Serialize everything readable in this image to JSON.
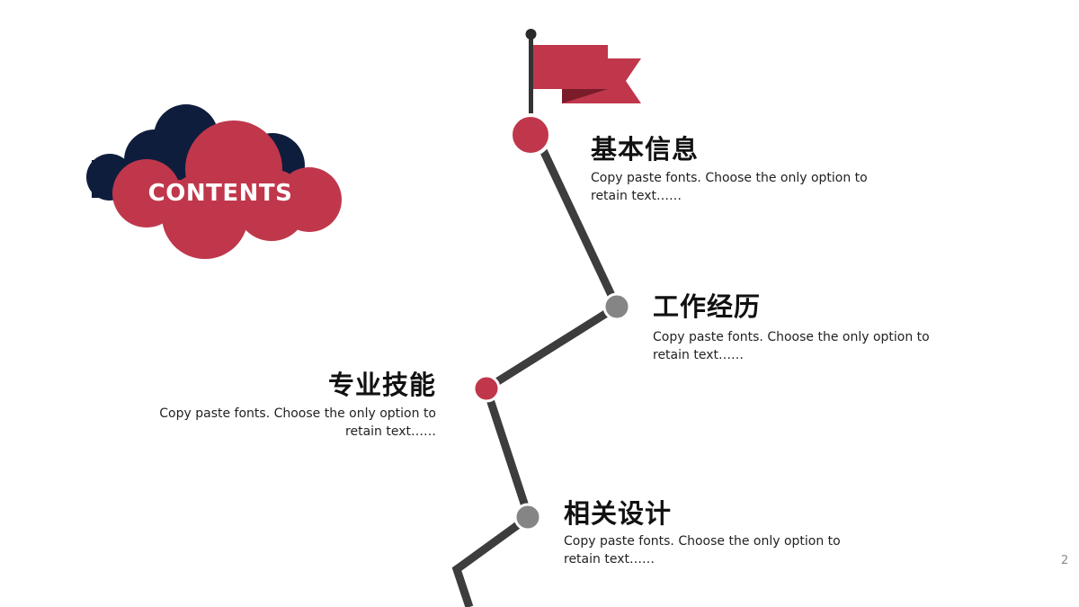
{
  "colors": {
    "accent": "#c0374b",
    "navy": "#0f1d3d",
    "gray": "#858585",
    "path": "#3d3d3d"
  },
  "cloud": {
    "label": "CONTENTS"
  },
  "items": [
    {
      "title": "基本信息",
      "desc": "Copy paste fonts. Choose the only option to retain text……"
    },
    {
      "title": "工作经历",
      "desc": "Copy paste fonts. Choose the only option to retain text……"
    },
    {
      "title": "专业技能",
      "desc": "Copy paste fonts. Choose the only option to retain text……"
    },
    {
      "title": "相关设计",
      "desc": "Copy paste fonts. Choose the only option to retain text……"
    }
  ],
  "page_number": "2"
}
